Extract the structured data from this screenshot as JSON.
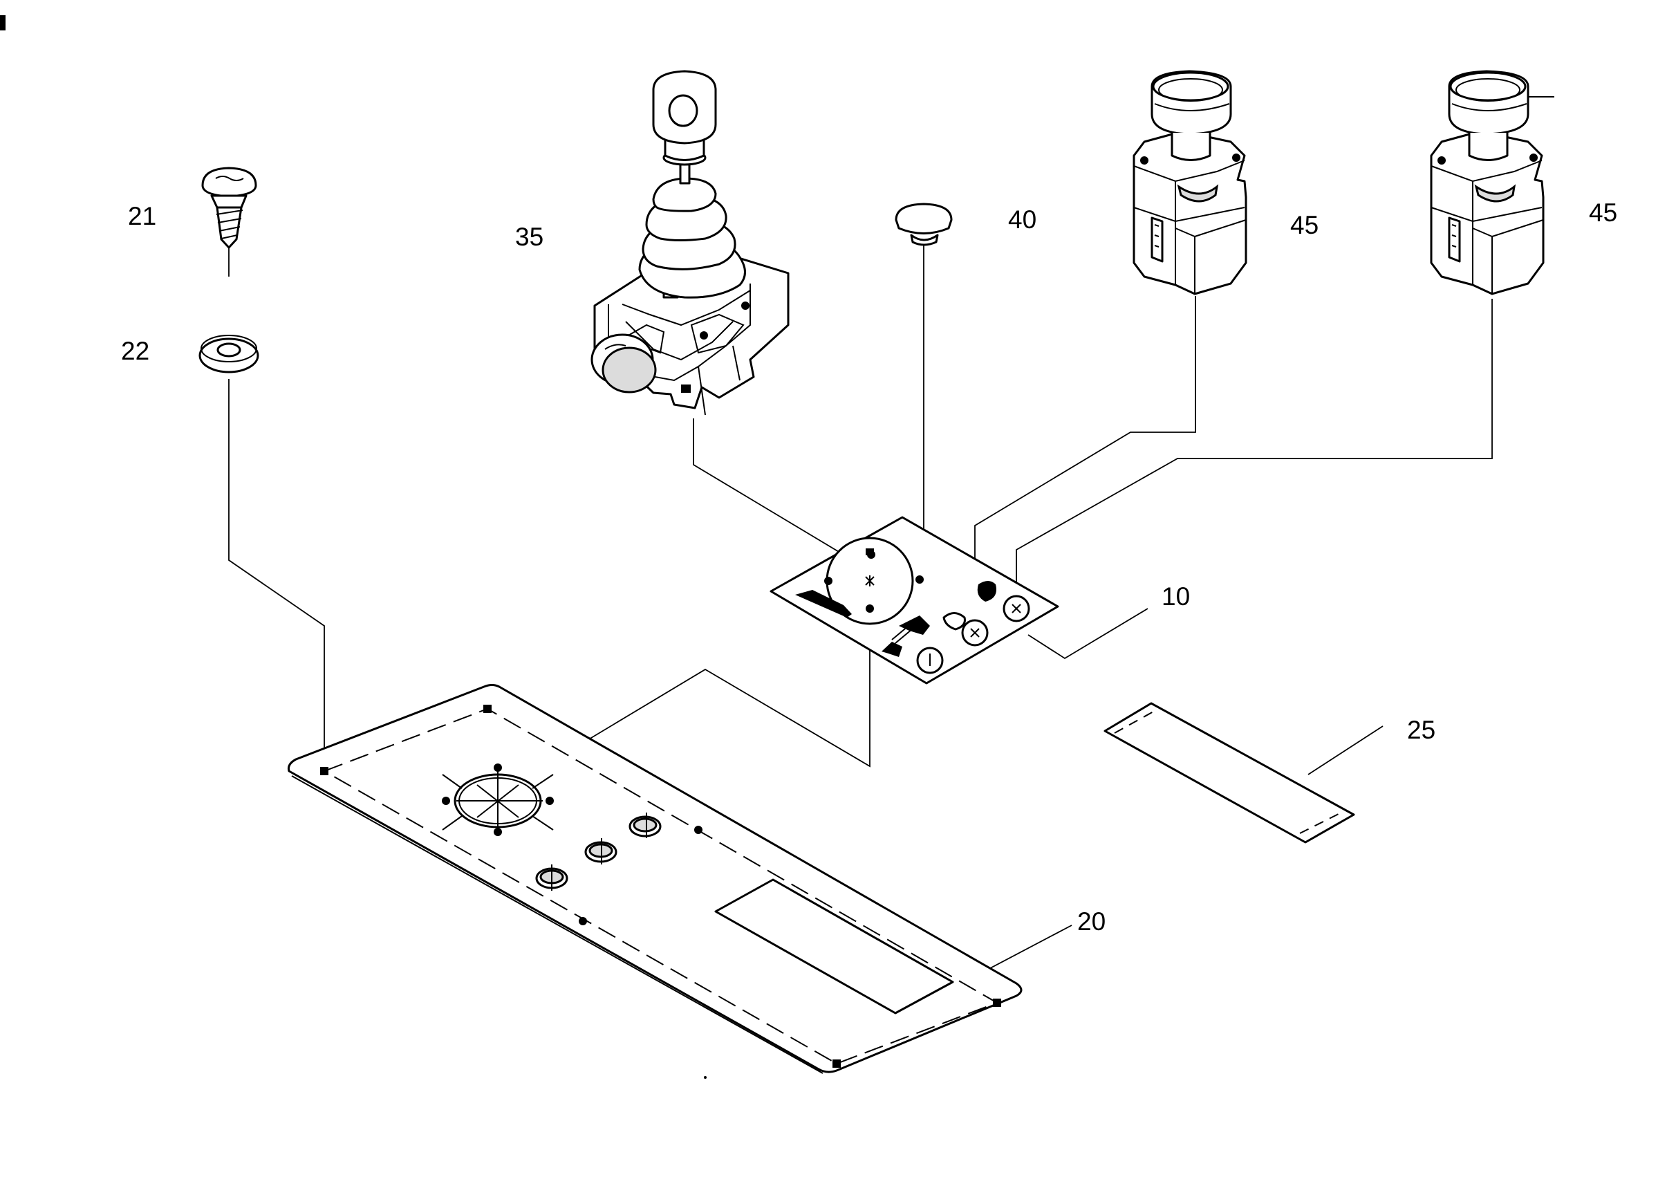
{
  "labels": {
    "screw": "21",
    "washer": "22",
    "joystick": "35",
    "cap": "40",
    "pushbutton_a": "45",
    "pushbutton_b": "45",
    "panel_plate": "10",
    "cover_plate": "20",
    "label_strip": "25"
  },
  "colors": {
    "ink": "#000000",
    "paper": "#ffffff"
  },
  "icons": [
    "screw-icon",
    "washer-icon",
    "joystick-icon",
    "cap-icon",
    "pushbutton-icon",
    "plate-icon",
    "label-strip-icon"
  ]
}
